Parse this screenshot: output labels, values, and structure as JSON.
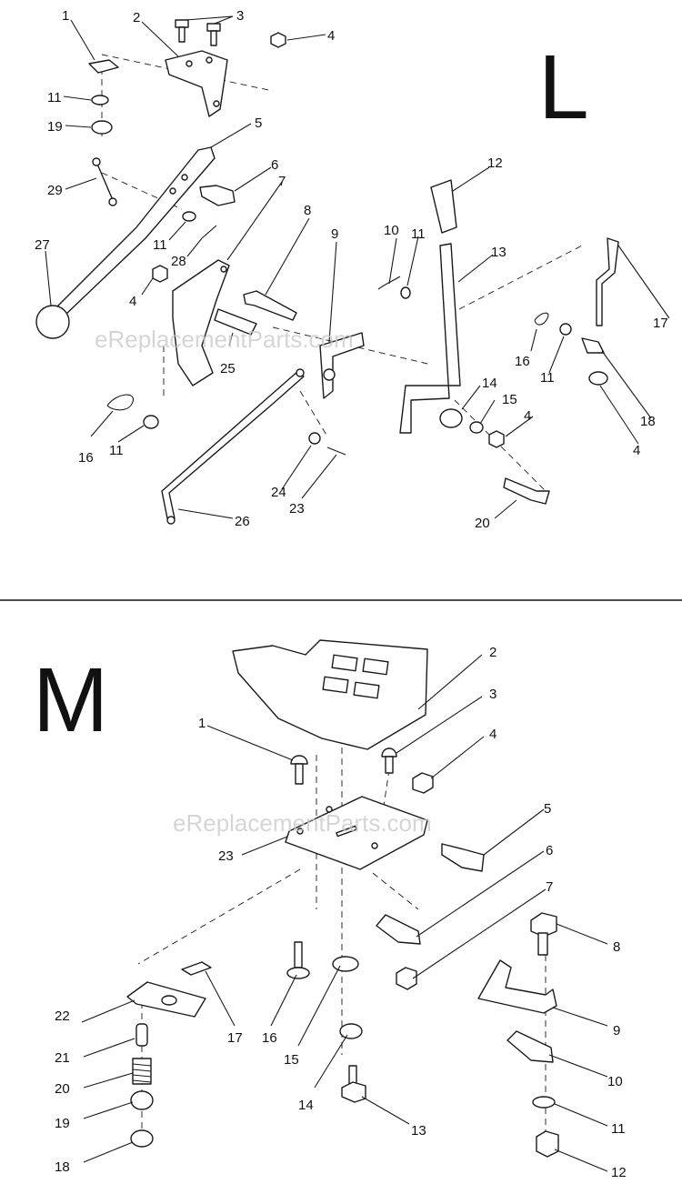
{
  "watermark": "eReplacementParts.com",
  "section_l": {
    "letter": "L",
    "callouts": [
      {
        "id": "l-1",
        "label": "1"
      },
      {
        "id": "l-2",
        "label": "2"
      },
      {
        "id": "l-3",
        "label": "3"
      },
      {
        "id": "l-4a",
        "label": "4"
      },
      {
        "id": "l-11a",
        "label": "11"
      },
      {
        "id": "l-19",
        "label": "19"
      },
      {
        "id": "l-5",
        "label": "5"
      },
      {
        "id": "l-6",
        "label": "6"
      },
      {
        "id": "l-7",
        "label": "7"
      },
      {
        "id": "l-29",
        "label": "29"
      },
      {
        "id": "l-27",
        "label": "27"
      },
      {
        "id": "l-11b",
        "label": "11"
      },
      {
        "id": "l-28",
        "label": "28"
      },
      {
        "id": "l-4b",
        "label": "4"
      },
      {
        "id": "l-8",
        "label": "8"
      },
      {
        "id": "l-9",
        "label": "9"
      },
      {
        "id": "l-10",
        "label": "10"
      },
      {
        "id": "l-11c",
        "label": "11"
      },
      {
        "id": "l-12",
        "label": "12"
      },
      {
        "id": "l-13",
        "label": "13"
      },
      {
        "id": "l-17",
        "label": "17"
      },
      {
        "id": "l-25",
        "label": "25"
      },
      {
        "id": "l-16a",
        "label": "16"
      },
      {
        "id": "l-11d",
        "label": "11"
      },
      {
        "id": "l-18",
        "label": "18"
      },
      {
        "id": "l-14",
        "label": "14"
      },
      {
        "id": "l-15",
        "label": "15"
      },
      {
        "id": "l-4c",
        "label": "4"
      },
      {
        "id": "l-4d",
        "label": "4"
      },
      {
        "id": "l-16b",
        "label": "16"
      },
      {
        "id": "l-11e",
        "label": "11"
      },
      {
        "id": "l-24",
        "label": "24"
      },
      {
        "id": "l-23",
        "label": "23"
      },
      {
        "id": "l-26",
        "label": "26"
      },
      {
        "id": "l-20",
        "label": "20"
      }
    ]
  },
  "section_m": {
    "letter": "M",
    "callouts": [
      {
        "id": "m-2",
        "label": "2"
      },
      {
        "id": "m-3",
        "label": "3"
      },
      {
        "id": "m-1",
        "label": "1"
      },
      {
        "id": "m-4",
        "label": "4"
      },
      {
        "id": "m-5",
        "label": "5"
      },
      {
        "id": "m-23",
        "label": "23"
      },
      {
        "id": "m-6",
        "label": "6"
      },
      {
        "id": "m-7",
        "label": "7"
      },
      {
        "id": "m-8",
        "label": "8"
      },
      {
        "id": "m-9",
        "label": "9"
      },
      {
        "id": "m-22",
        "label": "22"
      },
      {
        "id": "m-17",
        "label": "17"
      },
      {
        "id": "m-16",
        "label": "16"
      },
      {
        "id": "m-15",
        "label": "15"
      },
      {
        "id": "m-21",
        "label": "21"
      },
      {
        "id": "m-20",
        "label": "20"
      },
      {
        "id": "m-10",
        "label": "10"
      },
      {
        "id": "m-14",
        "label": "14"
      },
      {
        "id": "m-19",
        "label": "19"
      },
      {
        "id": "m-13",
        "label": "13"
      },
      {
        "id": "m-11",
        "label": "11"
      },
      {
        "id": "m-18",
        "label": "18"
      },
      {
        "id": "m-12",
        "label": "12"
      }
    ]
  }
}
